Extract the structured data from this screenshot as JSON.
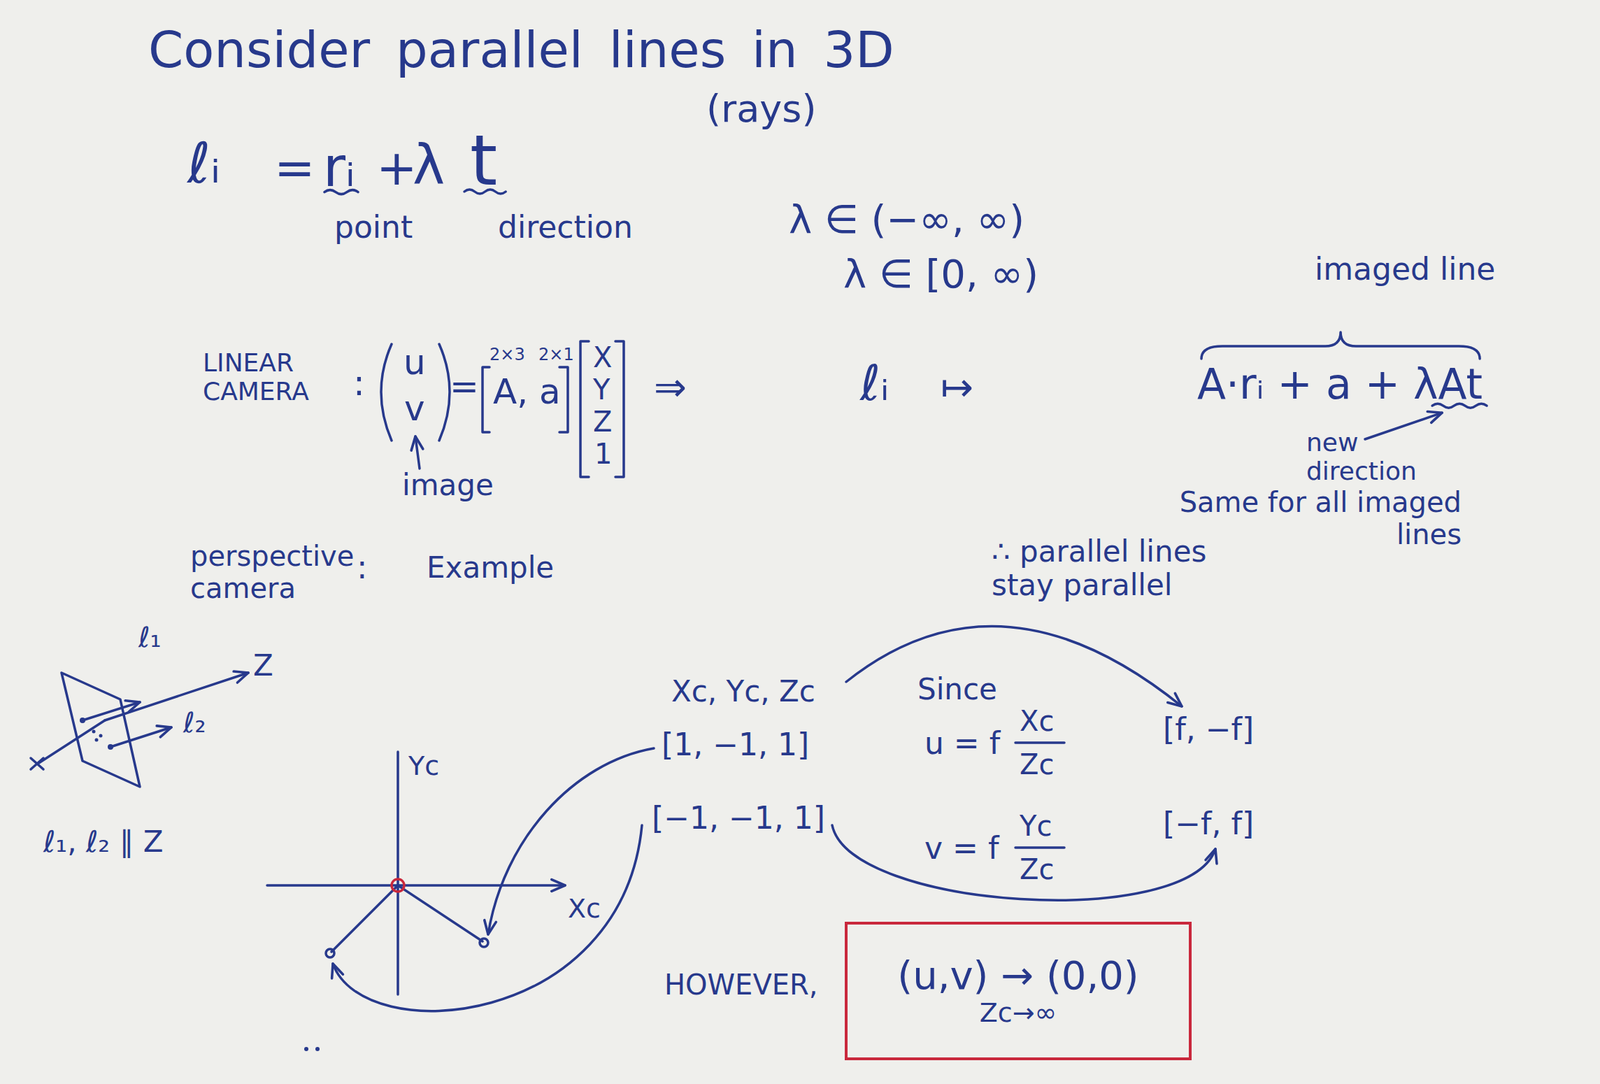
{
  "diagram": {
    "title": "Consider parallel lines in 3D",
    "nodes": [
      {
        "text": [
          "(u,v) → (0,0)",
          "Zc→∞"
        ]
      }
    ],
    "labels": [
      "(rays)",
      "ℓᵢ",
      "=",
      "rᵢ",
      "+",
      "λ",
      "t",
      "point",
      "direction",
      "λ ∈ (−∞, ∞)",
      "λ ∈ [0, ∞)",
      "imaged line",
      "LINEAR CAMERA",
      ":",
      "u",
      "v",
      "=",
      "2×3",
      "2×1",
      "A, a",
      "X",
      "Y",
      "Z",
      "1",
      "⇒",
      "ℓᵢ",
      "↦",
      "A·rᵢ + a + λAt",
      "image",
      "new direction",
      "Same for all imaged lines",
      "∴ parallel lines stay parallel",
      "perspective camera",
      ":",
      "Example",
      "ℓ₁",
      "Z",
      "ℓ₂",
      "ℓ₁, ℓ₂ ∥ Z",
      "Yc",
      "Xc",
      "Xc, Yc, Zc",
      "[1, −1, 1]",
      "[−1, −1, 1]",
      "Since",
      "u = f",
      "Xc",
      "Zc",
      "v = f",
      "Yc",
      "Zc",
      "[f, −f]",
      "[−f, f]",
      "HOWEVER,"
    ]
  }
}
